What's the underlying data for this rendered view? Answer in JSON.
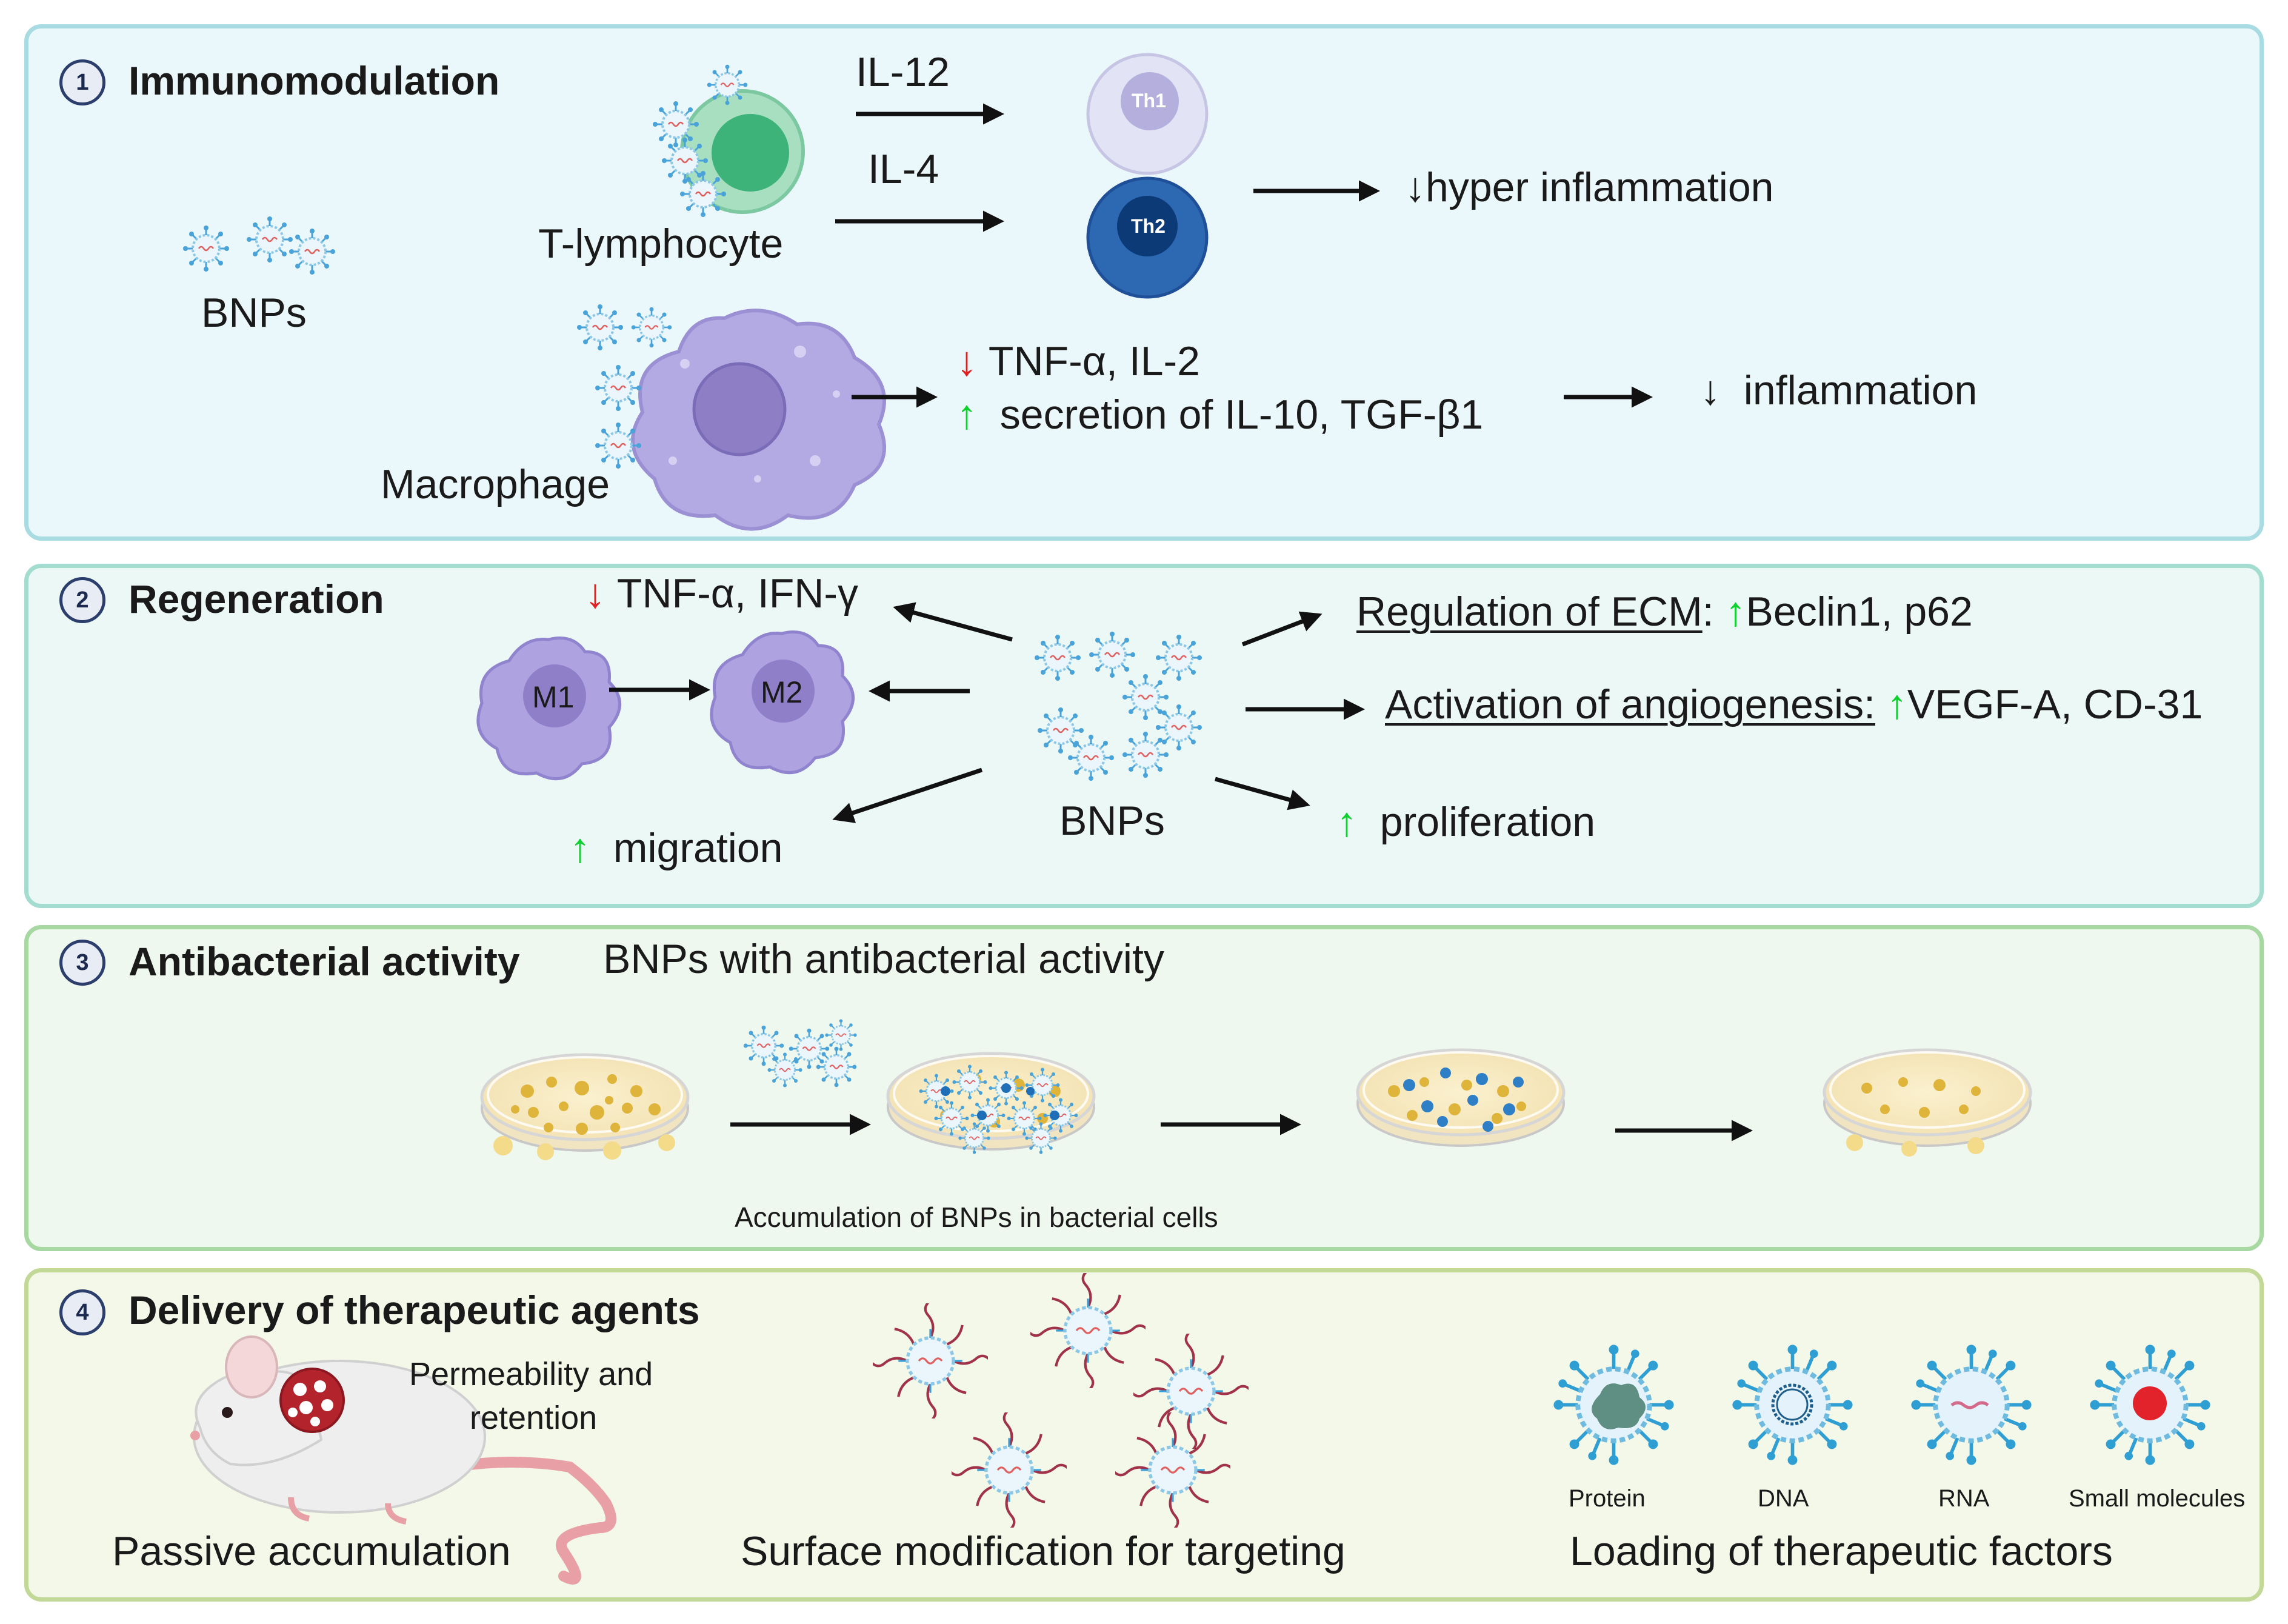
{
  "panels": [
    {
      "number": "1",
      "title": "Immunomodulation"
    },
    {
      "number": "2",
      "title": "Regeneration"
    },
    {
      "number": "3",
      "title": "Antibacterial activity"
    },
    {
      "number": "4",
      "title": "Delivery of therapeutic agents"
    }
  ],
  "immuno": {
    "bnps": "BNPs",
    "t_lymphocyte": "T-lymphocyte",
    "macrophage": "Macrophage",
    "il12": "IL-12",
    "il4": "IL-4",
    "th1": "Th1",
    "th2": "Th2",
    "hyper_inflammation": "hyper inflammation",
    "down_arrow": "↓",
    "up_arrow": "↑",
    "tnf_il2": "TNF-α, IL-2",
    "secretion": "secretion of IL-10, TGF-β1",
    "inflammation": "inflammation"
  },
  "regen": {
    "tnf_ifn": "TNF-α, IFN-γ",
    "m1": "M1",
    "m2": "M2",
    "bnps": "BNPs",
    "migration": "migration",
    "proliferation": "proliferation",
    "ecm_label": "Regulation of ECM",
    "ecm_colon": ":",
    "ecm_values": "Beclin1, p62",
    "angio_label": "Activation of angiogenesis:",
    "angio_values": "VEGF-A, CD-31"
  },
  "antibac": {
    "subtitle": "BNPs with antibacterial activity",
    "caption": "Accumulation of BNPs in bacterial cells"
  },
  "delivery": {
    "permeability": [
      "Permeability and",
      "retention"
    ],
    "passive": "Passive accumulation",
    "surface": "Surface modification for targeting",
    "loading": "Loading of therapeutic factors",
    "cargo": [
      "Protein",
      "DNA",
      "RNA",
      "Small molecules"
    ]
  },
  "colors": {
    "red_arrow": "#e02020",
    "green_arrow": "#10d030",
    "th1": "#c9c7ea",
    "th2": "#1f4f96",
    "macrophage": "#a99fdb",
    "t_cell": "#4fbf86"
  }
}
